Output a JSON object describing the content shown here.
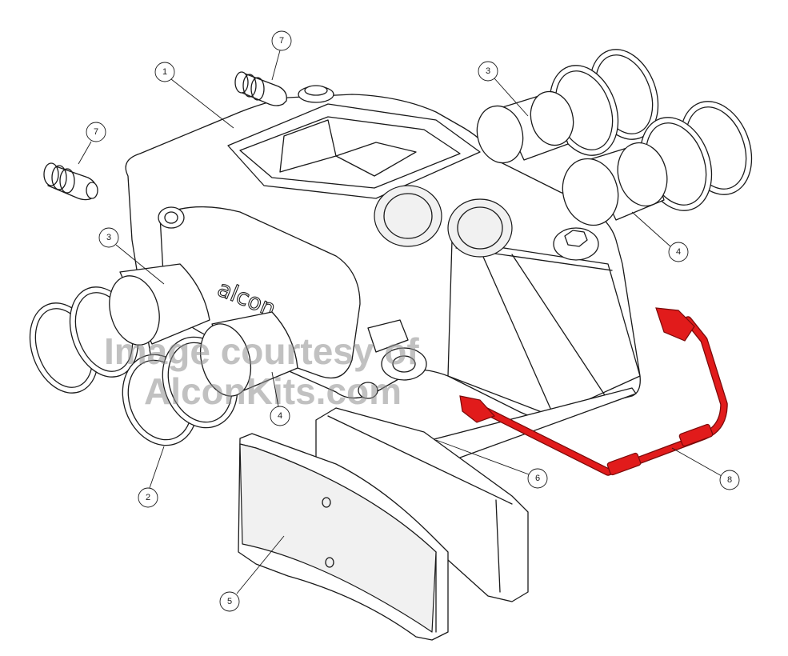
{
  "brand_text": "alcon",
  "watermark": {
    "line1": "Image courtesy of",
    "line2": "AlconKits.com"
  },
  "colors": {
    "line": "#1a1a1a",
    "brake_line": "#e11b1b",
    "watermark": "#8f8f8f"
  },
  "callouts": [
    {
      "id": "callout-1",
      "label": "1",
      "part": "caliper-body"
    },
    {
      "id": "callout-2",
      "label": "2",
      "part": "seal"
    },
    {
      "id": "callout-3-left",
      "label": "3",
      "part": "piston"
    },
    {
      "id": "callout-3-right",
      "label": "3",
      "part": "piston"
    },
    {
      "id": "callout-4-left",
      "label": "4",
      "part": "piston"
    },
    {
      "id": "callout-4-right",
      "label": "4",
      "part": "piston"
    },
    {
      "id": "callout-5",
      "label": "5",
      "part": "brake-pad"
    },
    {
      "id": "callout-6",
      "label": "6",
      "part": "pad-retainer"
    },
    {
      "id": "callout-7-left",
      "label": "7",
      "part": "bleed-screw"
    },
    {
      "id": "callout-7-top",
      "label": "7",
      "part": "bleed-screw"
    },
    {
      "id": "callout-8",
      "label": "8",
      "part": "bridge-pipe"
    }
  ]
}
